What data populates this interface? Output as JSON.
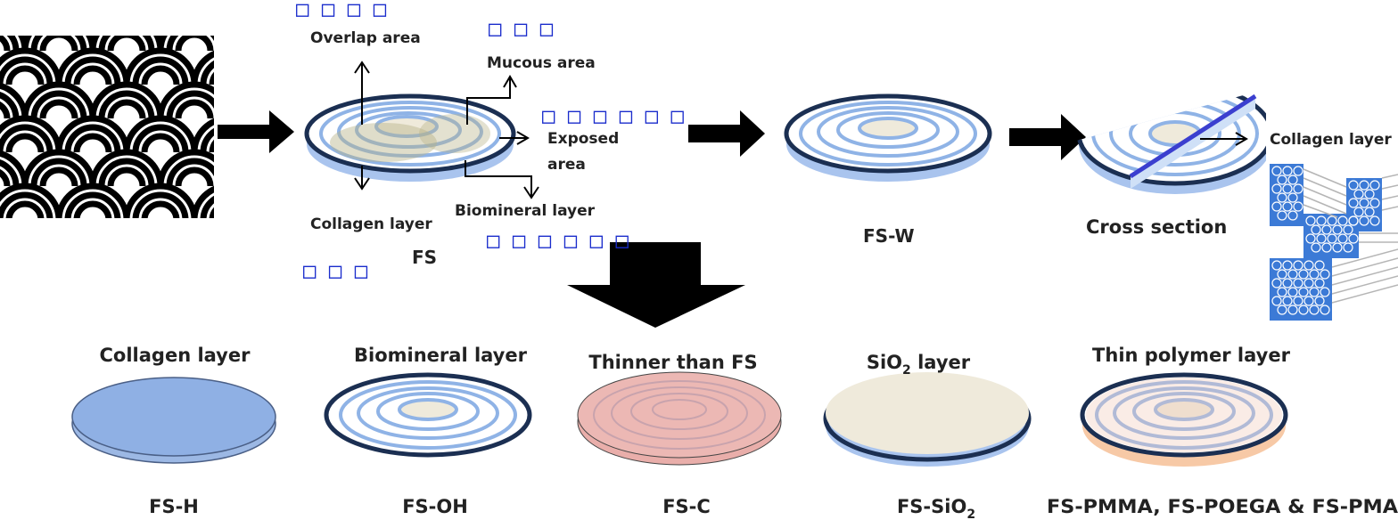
{
  "labels": {
    "overlap_area": "Overlap area",
    "mucous_area": "Mucous area",
    "exposed_area_line1": "Exposed",
    "exposed_area_line2": "area",
    "collagen_layer": "Collagen layer",
    "biomineral_layer": "Biomineral layer",
    "fs": "FS",
    "fs_w": "FS-W",
    "cross_section": "Cross section",
    "collagen_layer_right": "Collagen layer"
  },
  "glyph_boxes": {
    "g1": "□ □ □ □",
    "g2": "□ □ □",
    "g3": "□ □ □ □ □ □",
    "g4": "□ □ □ □ □ □",
    "g5": "□ □ □"
  },
  "variants": [
    {
      "top_label": "Collagen layer",
      "name": "FS-H"
    },
    {
      "top_label": "Biomineral layer",
      "name": "FS-OH"
    },
    {
      "top_label": "Thinner than FS",
      "name": "FS-C"
    },
    {
      "top_label_main": "SiO",
      "top_label_sub": "2",
      "top_label_rest": " layer",
      "name_main": "FS-SiO",
      "name_sub": "2"
    },
    {
      "top_label": "Thin polymer layer",
      "name": "FS-PMMA, FS-POEGA & FS-PMA"
    }
  ],
  "colors": {
    "ring_blue": "#8fb3e6",
    "rim_dark": "#1b2f52",
    "base_blue": "#a9c4ee",
    "cream": "#efeadb",
    "pink": "#ecb8b4",
    "peach": "#f7c9a6",
    "hex_blue": "#3c7ad6",
    "glyph_blue": "#1a2ccc"
  }
}
